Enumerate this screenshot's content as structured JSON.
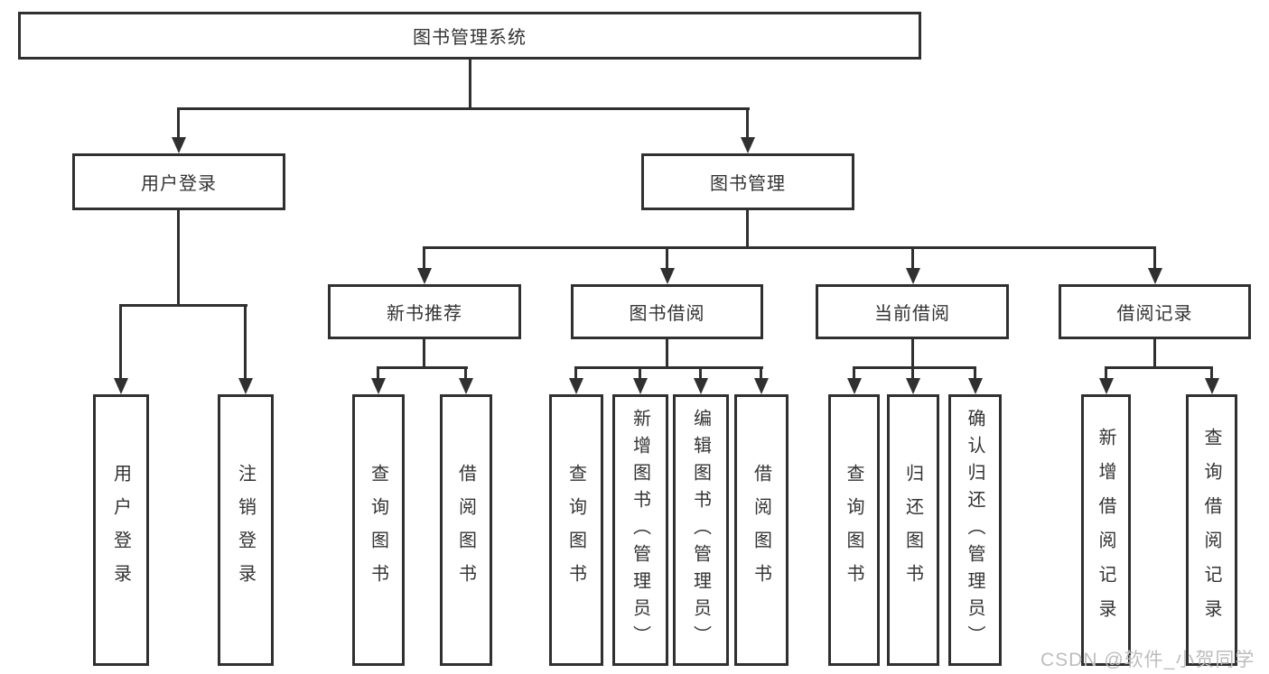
{
  "diagram": {
    "root": {
      "label": "图书管理系统"
    },
    "branches": [
      {
        "label": "用户登录",
        "children": [
          {
            "label": "用户登录"
          },
          {
            "label": "注销登录"
          }
        ]
      },
      {
        "label": "图书管理",
        "sections": [
          {
            "label": "新书推荐",
            "children": [
              {
                "label": "查询图书"
              },
              {
                "label": "借阅图书"
              }
            ]
          },
          {
            "label": "图书借阅",
            "children": [
              {
                "label": "查询图书"
              },
              {
                "label": "新增图书（管理员）"
              },
              {
                "label": "编辑图书（管理员）"
              },
              {
                "label": "借阅图书"
              }
            ]
          },
          {
            "label": "当前借阅",
            "children": [
              {
                "label": "查询图书"
              },
              {
                "label": "归还图书"
              },
              {
                "label": "确认归还（管理员）"
              }
            ]
          },
          {
            "label": "借阅记录",
            "children": [
              {
                "label": "新增借阅记录"
              },
              {
                "label": "查询借阅记录"
              }
            ]
          }
        ]
      }
    ]
  },
  "colors": {
    "line": "#303030",
    "text": "#333333",
    "watermark_text": "#bdbdbd",
    "background": "#ffffff"
  },
  "watermark": {
    "text": "CSDN @软件_小贺同学"
  }
}
